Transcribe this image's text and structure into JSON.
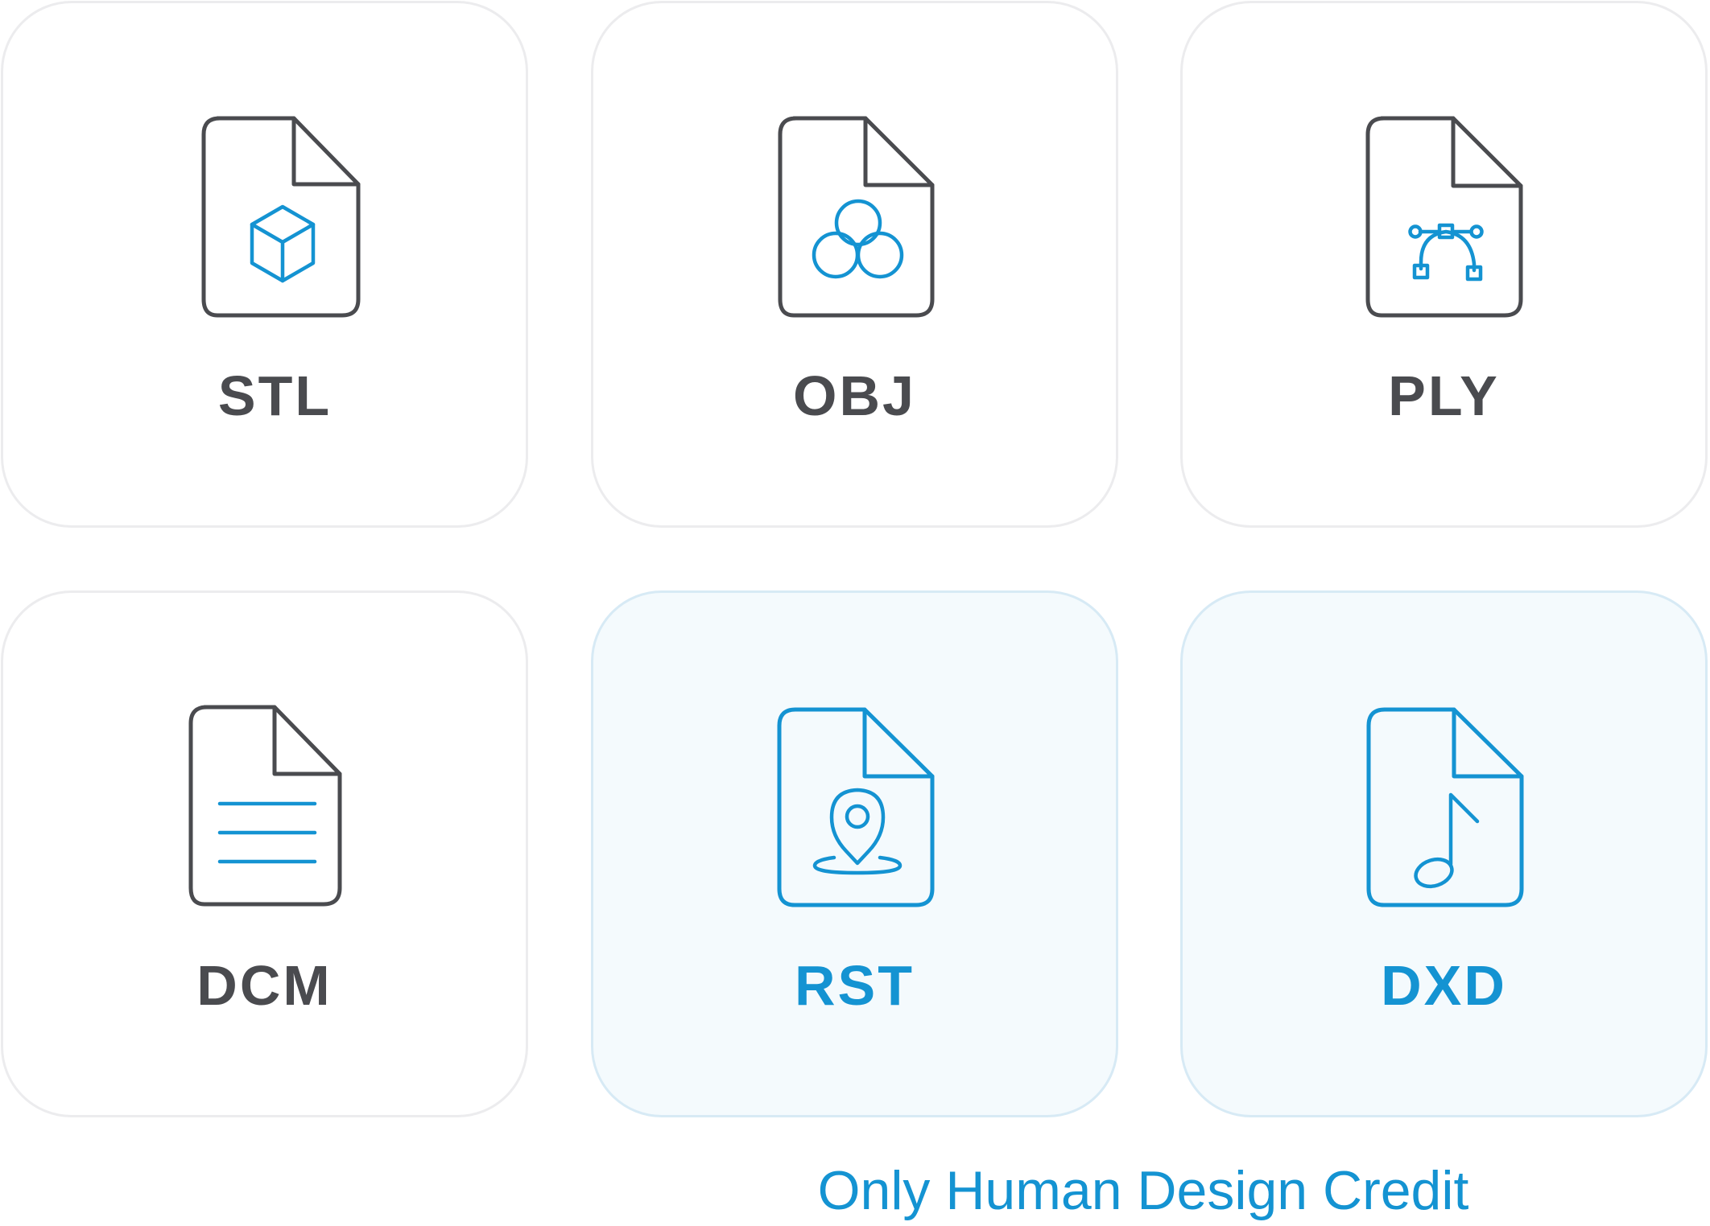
{
  "formats": [
    {
      "label": "STL",
      "icon": "cube-icon",
      "highlighted": false
    },
    {
      "label": "OBJ",
      "icon": "venn-circles-icon",
      "highlighted": false
    },
    {
      "label": "PLY",
      "icon": "bezier-curve-icon",
      "highlighted": false
    },
    {
      "label": "DCM",
      "icon": "text-lines-icon",
      "highlighted": false
    },
    {
      "label": "RST",
      "icon": "map-pin-icon",
      "highlighted": true
    },
    {
      "label": "DXD",
      "icon": "music-note-icon",
      "highlighted": true
    }
  ],
  "footer": {
    "credit_text": "Only Human Design Credit"
  },
  "colors": {
    "accent": "#1493d2",
    "text_dark": "#4a4b4f",
    "card_border": "#ececee",
    "highlight_bg": "#f4fafd",
    "highlight_border": "#d7eaf5"
  }
}
